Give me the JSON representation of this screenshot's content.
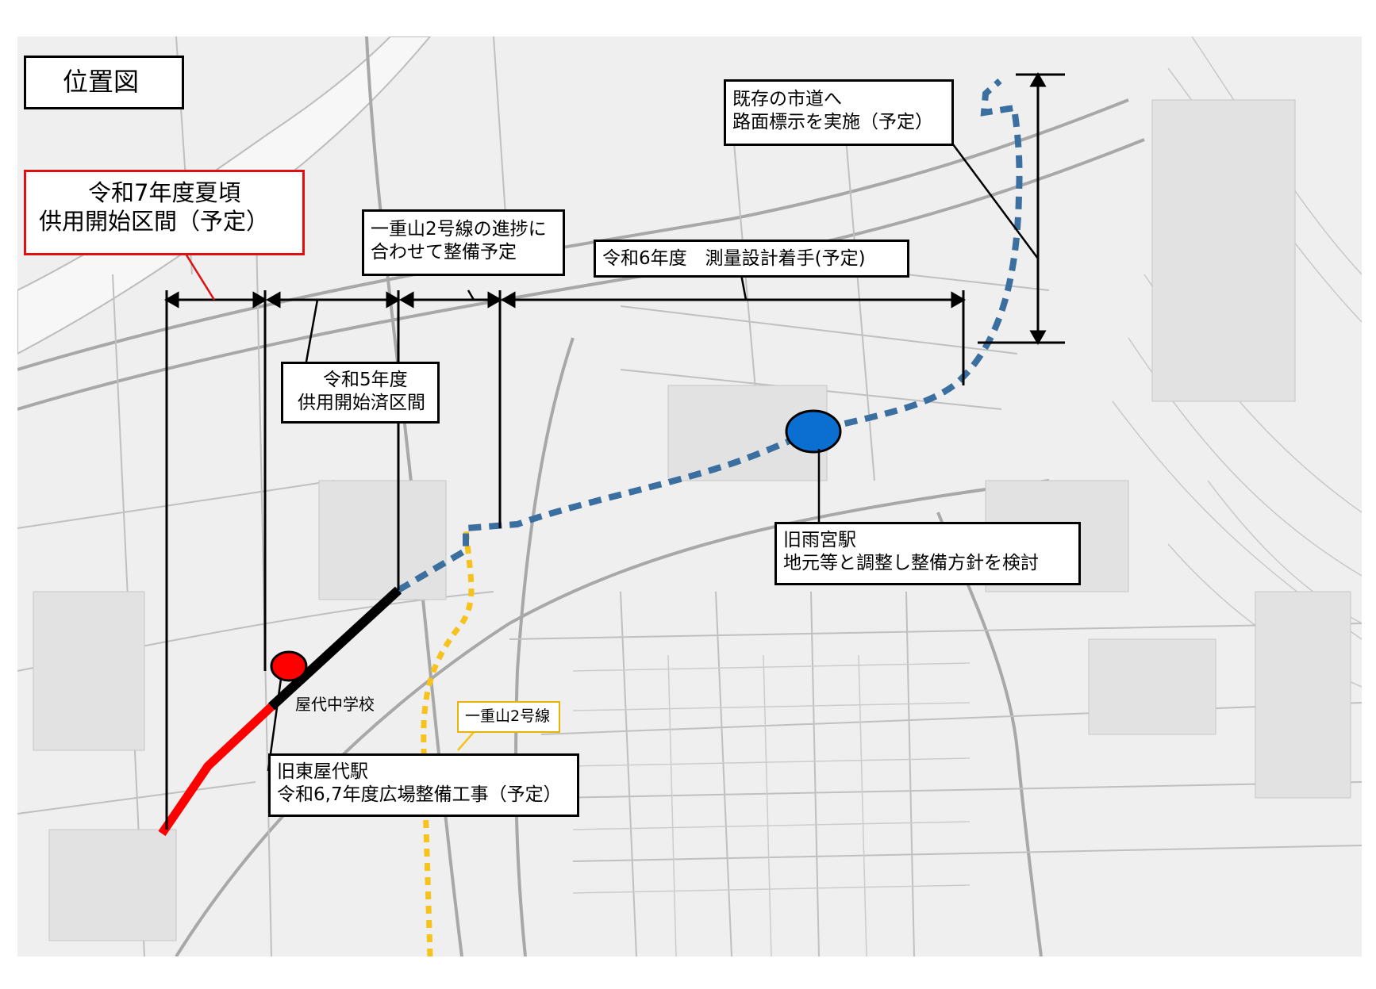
{
  "title": "位置図",
  "callouts": {
    "section_r7": {
      "line1": "令和7年度夏頃",
      "line2": "供用開始区間（予定）"
    },
    "section_r5": {
      "line1": "令和5年度",
      "line2": "供用開始済区間"
    },
    "ichijuyama_progress": {
      "line1": "一重山2号線の進捗に",
      "line2": "合わせて整備予定"
    },
    "section_r6_survey": {
      "line1": "令和6年度　測量設計着手(予定)"
    },
    "existing_city_road": {
      "line1": "既存の市道へ",
      "line2": "路面標示を実施（予定）"
    },
    "old_amemiya_station": {
      "line1": "旧雨宮駅",
      "line2": "地元等と調整し整備方針を検討"
    },
    "old_higashi_yashiro_station": {
      "line1": "旧東屋代駅",
      "line2": "令和6,7年度広場整備工事（予定）"
    },
    "ichijuyama_line": {
      "line1": "一重山2号線"
    }
  },
  "labels": {
    "school": "屋代中学校"
  },
  "colors": {
    "section_open_soon": "#ff0000",
    "section_opened": "#000000",
    "planned_route": "#3a6fa0",
    "ichijuyama_route": "#f6c21c",
    "amemiya_marker": "#0a6fd1",
    "higashi_yashiro_marker": "#ff0000",
    "callout_red_border": "#e01010",
    "callout_yellow_border": "#e8b400",
    "map_background": "#efefef",
    "map_lines": "#b8b8b8"
  },
  "icons": {
    "amemiya_station_marker": "blue-ellipse",
    "higashi_yashiro_station_marker": "red-ellipse"
  }
}
